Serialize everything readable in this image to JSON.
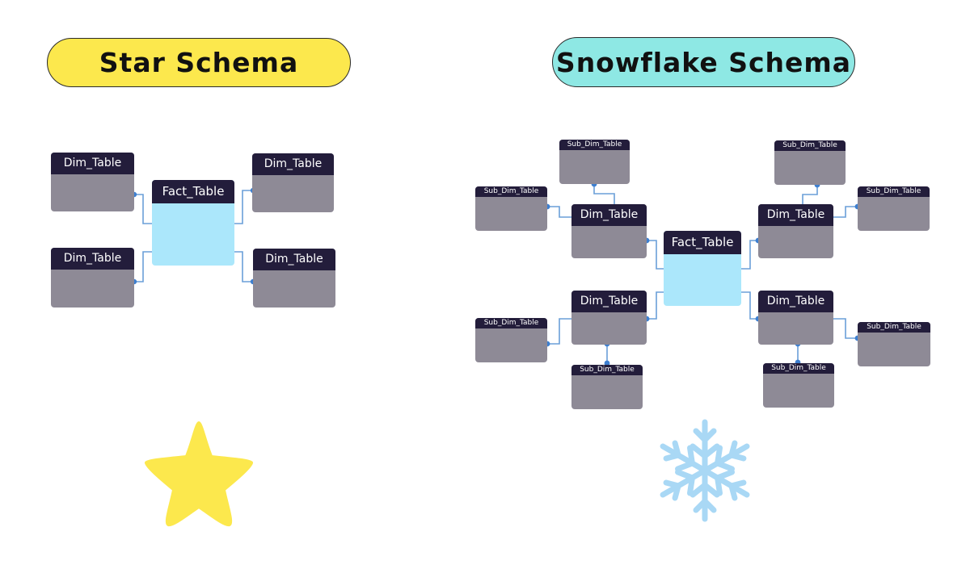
{
  "titles": {
    "star": "Star Schema",
    "snowflake": "Snowflake Schema"
  },
  "colors": {
    "star_pill": "#fce84d",
    "snowflake_pill": "#8ee8e4",
    "table_header": "#231d3b",
    "table_body": "#8e8a96",
    "fact_body": "#abe7fb",
    "connector": "#3d7fd0",
    "star_icon": "#fce84d",
    "snowflake_icon": "#a9d8f5"
  },
  "labels": {
    "dim": "Dim_Table",
    "sub": "Sub_Dim_Table",
    "fact": "Fact_Table"
  },
  "icons": {
    "star": "star-icon",
    "snowflake": "snowflake-icon"
  }
}
